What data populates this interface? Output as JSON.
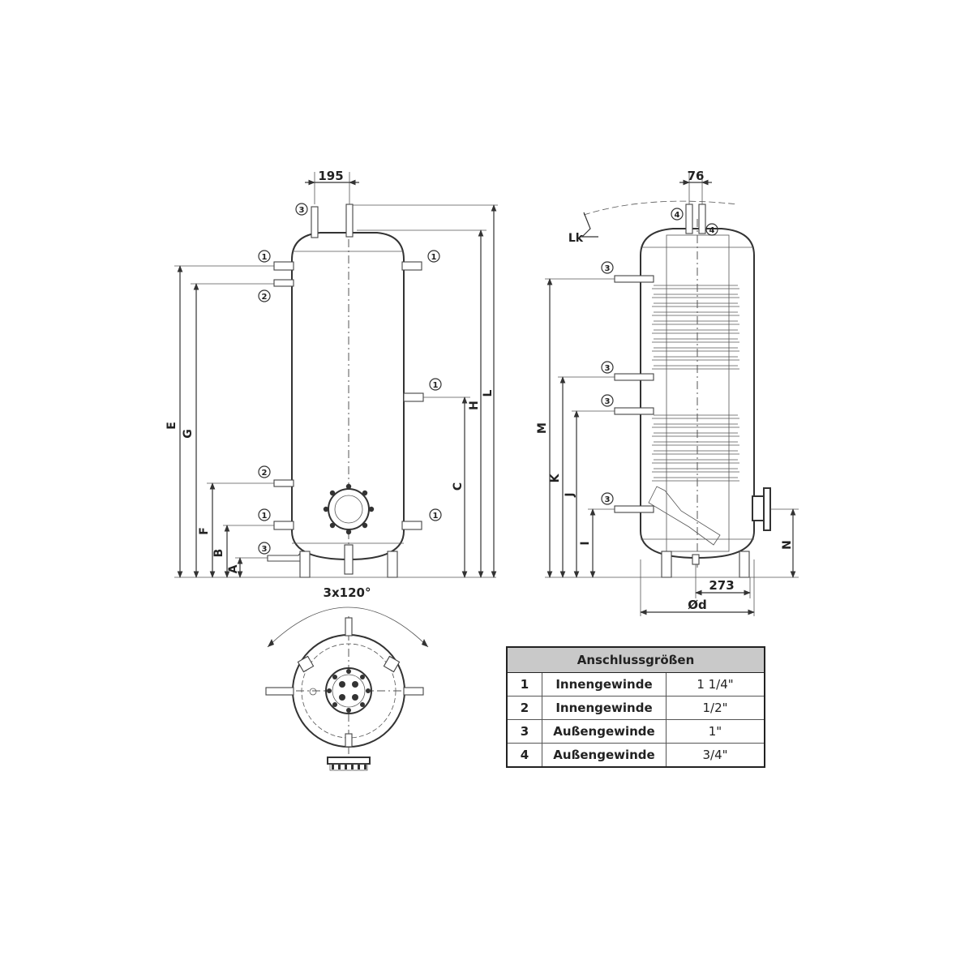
{
  "front_view": {
    "top_width": "195",
    "dims": [
      "E",
      "G",
      "F",
      "B",
      "A",
      "C",
      "H",
      "L"
    ],
    "bubbles": [
      "3",
      "1",
      "1",
      "2",
      "1",
      "2",
      "1",
      "1",
      "3"
    ]
  },
  "side_view": {
    "top_width": "76",
    "lk_label": "Lk",
    "dims": [
      "M",
      "K",
      "J",
      "I",
      "N"
    ],
    "bottom_offset": "273",
    "diameter_label": "Ød",
    "bubbles": [
      "4",
      "4",
      "3",
      "3",
      "3",
      "3"
    ]
  },
  "top_view": {
    "angle_label": "3x120°"
  },
  "table": {
    "header": "Anschlussgrößen",
    "rows": [
      {
        "num": "1",
        "type": "Innengewinde",
        "size": "1 1/4\""
      },
      {
        "num": "2",
        "type": "Innengewinde",
        "size": "1/2\""
      },
      {
        "num": "3",
        "type": "Außengewinde",
        "size": "1\""
      },
      {
        "num": "4",
        "type": "Außengewinde",
        "size": "3/4\""
      }
    ]
  }
}
